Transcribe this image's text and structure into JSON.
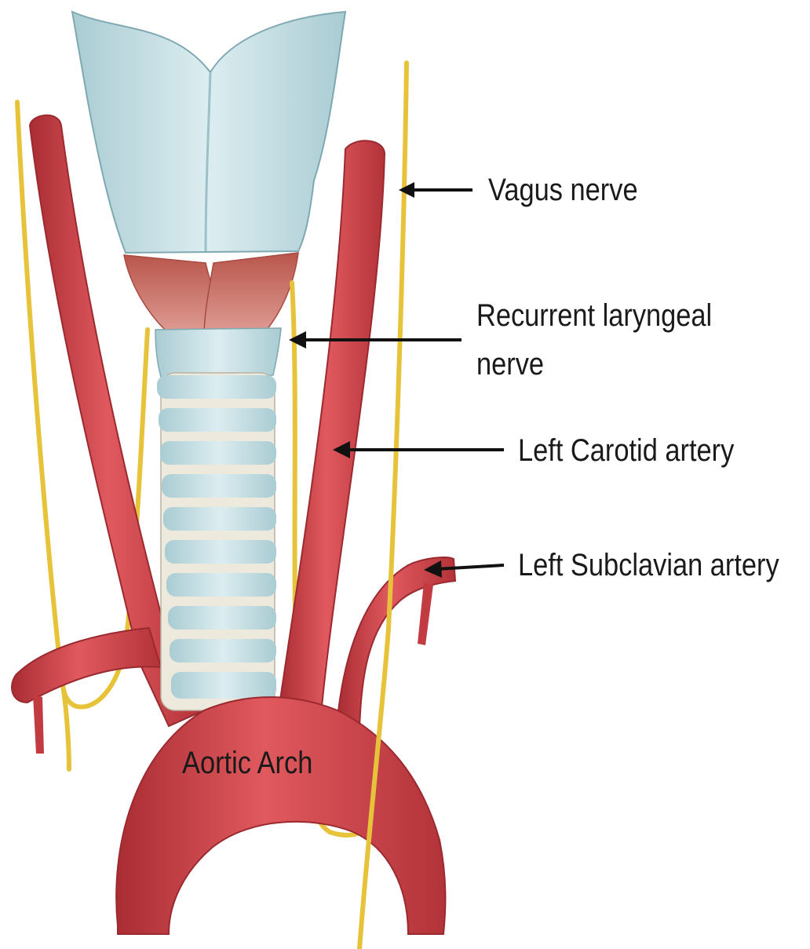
{
  "labels": {
    "vagus": "Vagus nerve",
    "recurrent_line1": "Recurrent laryngeal",
    "recurrent_line2": "nerve",
    "left_carotid": "Left Carotid artery",
    "left_subclavian": "Left Subclavian artery",
    "aortic_arch": "Aortic Arch"
  },
  "colors": {
    "artery": "#d2434a",
    "artery_dark": "#a92d33",
    "artery_light": "#e8757a",
    "nerve": "#e7c33a",
    "nerve_dark": "#b79520",
    "cartilage": "#c9e1e6",
    "cartilage_shadow": "#94bcc4",
    "ring_gap": "#eee9dd",
    "muscle": "#c66a5e",
    "arrow": "#111111"
  }
}
